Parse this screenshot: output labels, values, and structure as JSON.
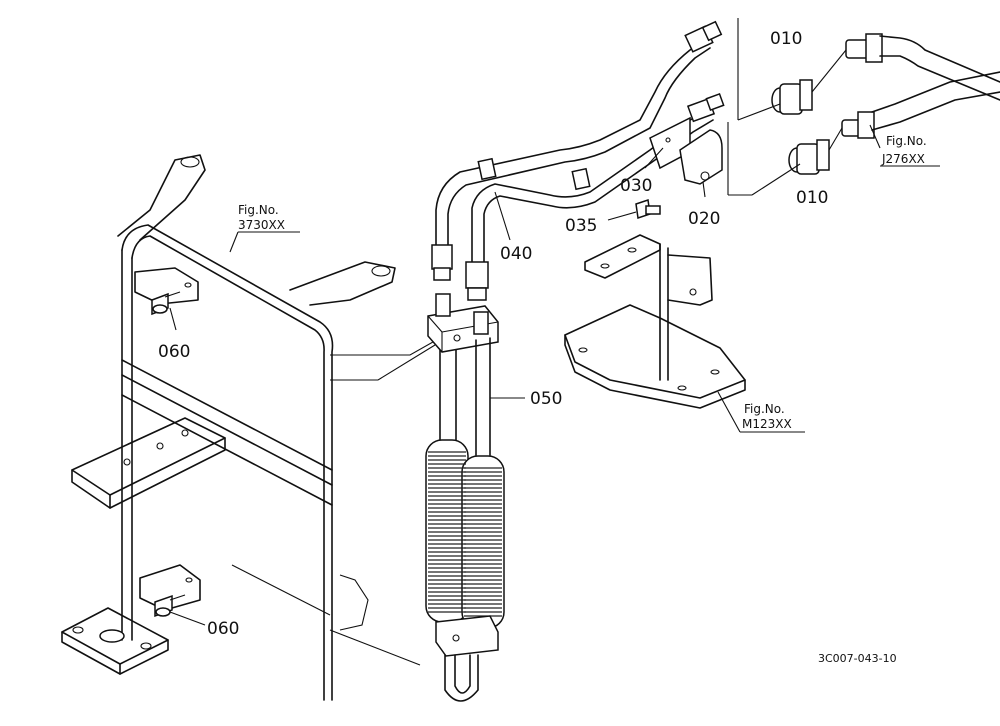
{
  "callouts": {
    "p010_top": "010",
    "p010_bottom": "010",
    "p020": "020",
    "p030": "030",
    "p035": "035",
    "p040": "040",
    "p050": "050",
    "p060_top": "060",
    "p060_bottom": "060"
  },
  "figure_refs": {
    "left": {
      "label": "Fig.No.",
      "number": "3730XX"
    },
    "right_top": {
      "label": "Fig.No.",
      "number": "J276XX"
    },
    "right_bottom": {
      "label": "Fig.No.",
      "number": "M123XX"
    }
  },
  "drawing_code": "3C007-043-10"
}
